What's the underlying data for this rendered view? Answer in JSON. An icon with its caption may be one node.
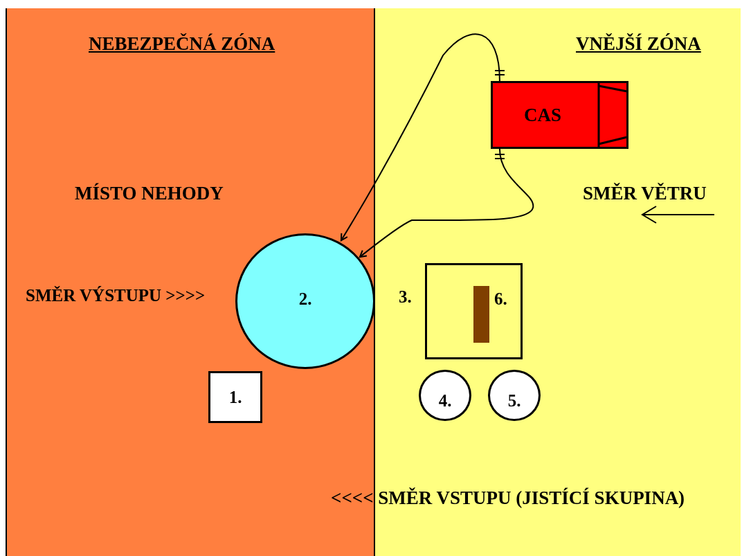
{
  "diagram": {
    "nodes": [
      {
        "text": [
          "NEBEZPEČNÁ ZÓNA"
        ]
      },
      {
        "text": [
          "VNĚJŠÍ ZÓNA"
        ]
      },
      {
        "text": [
          "CAS"
        ],
        "in": 1
      },
      {
        "text": [
          "2."
        ],
        "in": 0
      },
      {
        "text": [
          "1."
        ],
        "in": 0
      },
      {
        "text": [
          "6."
        ],
        "beside": [
          "3."
        ],
        "in": 1
      },
      {
        "text": [],
        "shape": "bar",
        "in": 5
      },
      {
        "text": [
          "4."
        ],
        "in": 1
      },
      {
        "text": [
          "5."
        ],
        "in": 1
      }
    ],
    "edges": [
      {
        "from": 2,
        "to": 3,
        "arrow": "to"
      },
      {
        "from": 2,
        "to": 3,
        "arrow": "to"
      }
    ],
    "labels": [
      "MÍSTO NEHODY",
      "SMĚR VĚTRU",
      "SMĚR VÝSTUPU >>>>",
      "<<<< SMĚR VSTUPU (JISTÍCÍ SKUPINA)"
    ]
  }
}
